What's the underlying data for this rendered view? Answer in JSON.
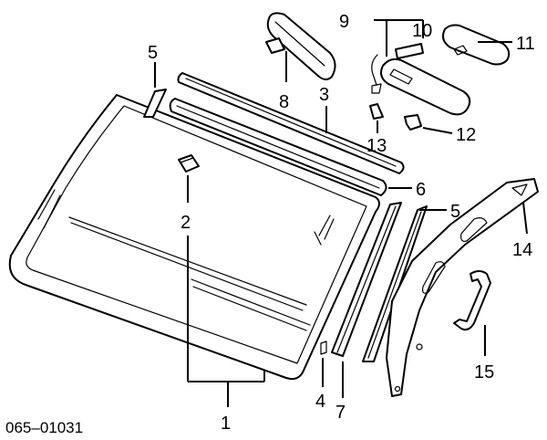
{
  "callouts": {
    "c1": "1",
    "c2": "2",
    "c3": "3",
    "c4": "4",
    "c5a": "5",
    "c5b": "5",
    "c6": "6",
    "c7": "7",
    "c8": "8",
    "c9": "9",
    "c10": "10",
    "c11": "11",
    "c12": "12",
    "c13": "13",
    "c14": "14",
    "c15": "15"
  },
  "diagram_code": "065–01031"
}
